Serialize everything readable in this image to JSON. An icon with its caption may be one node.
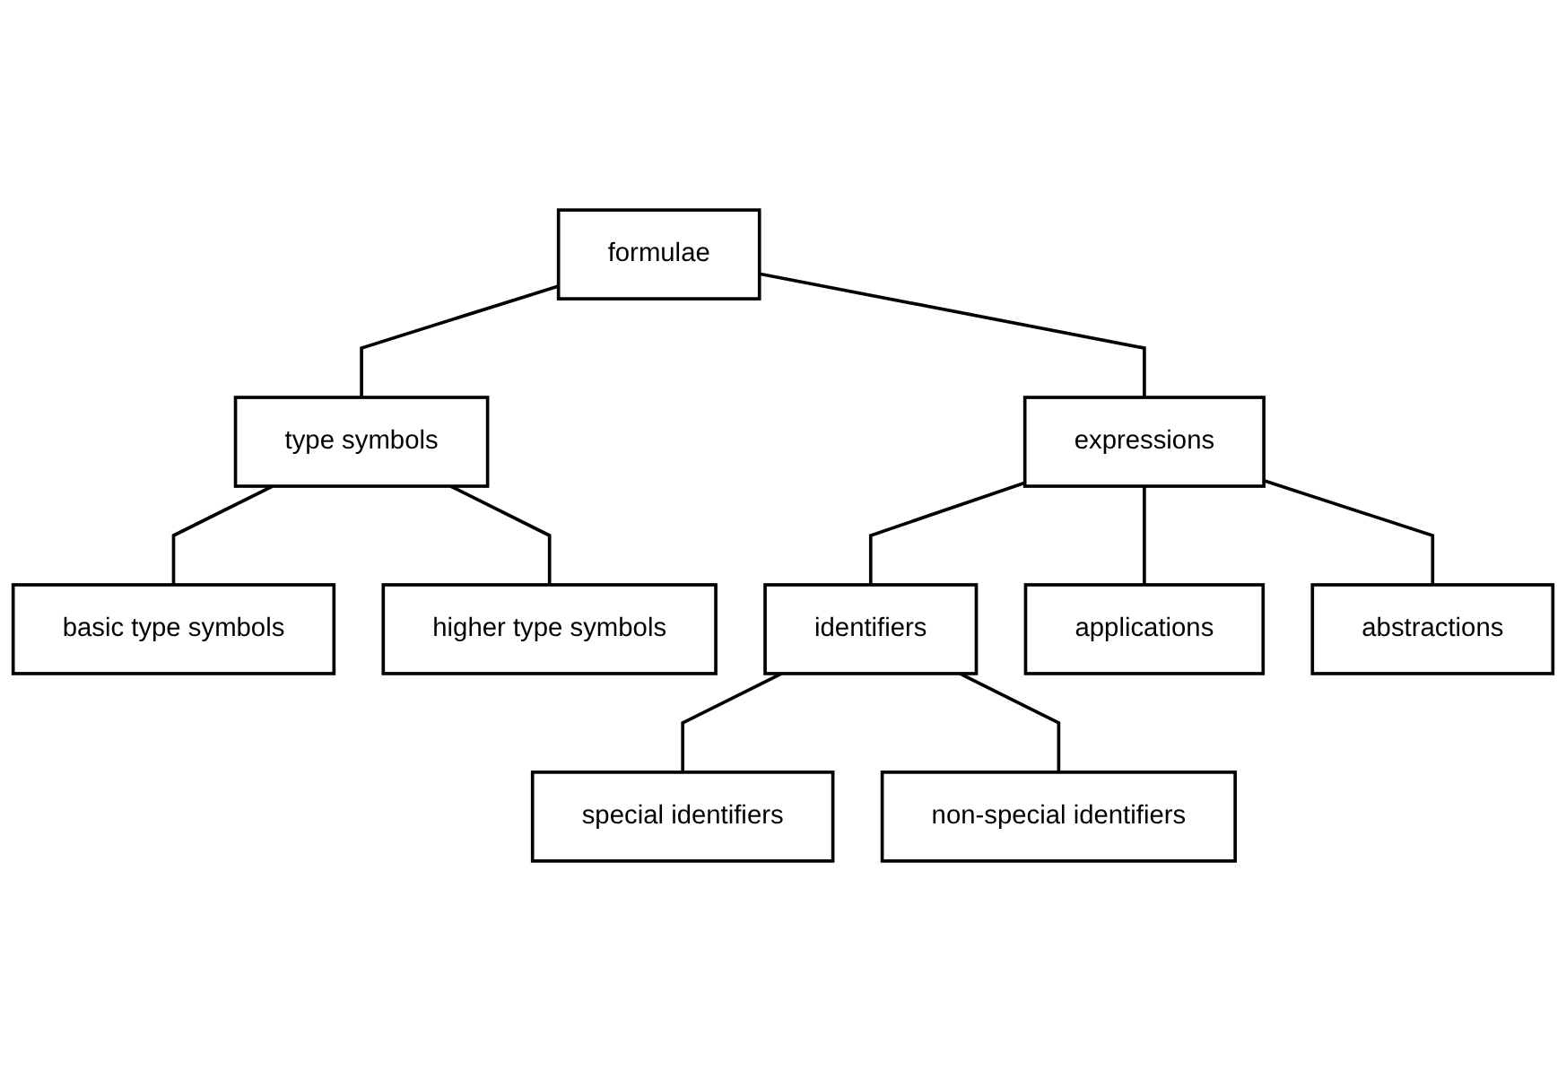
{
  "diagram": {
    "nodes": [
      {
        "text": [
          "formulae"
        ]
      },
      {
        "text": [
          "type symbols"
        ]
      },
      {
        "text": [
          "expressions"
        ]
      },
      {
        "text": [
          "basic type symbols"
        ]
      },
      {
        "text": [
          "higher type symbols"
        ]
      },
      {
        "text": [
          "identifiers"
        ]
      },
      {
        "text": [
          "applications"
        ]
      },
      {
        "text": [
          "abstractions"
        ]
      },
      {
        "text": [
          "special identifiers"
        ]
      },
      {
        "text": [
          "non-special identifiers"
        ]
      }
    ],
    "edges": [
      {
        "from": 0,
        "to": 1,
        "arrow": "none"
      },
      {
        "from": 0,
        "to": 2,
        "arrow": "none"
      },
      {
        "from": 1,
        "to": 3,
        "arrow": "none"
      },
      {
        "from": 1,
        "to": 4,
        "arrow": "none"
      },
      {
        "from": 2,
        "to": 5,
        "arrow": "none"
      },
      {
        "from": 2,
        "to": 6,
        "arrow": "none"
      },
      {
        "from": 2,
        "to": 7,
        "arrow": "none"
      },
      {
        "from": 5,
        "to": 8,
        "arrow": "none"
      },
      {
        "from": 5,
        "to": 9,
        "arrow": "none"
      }
    ]
  }
}
